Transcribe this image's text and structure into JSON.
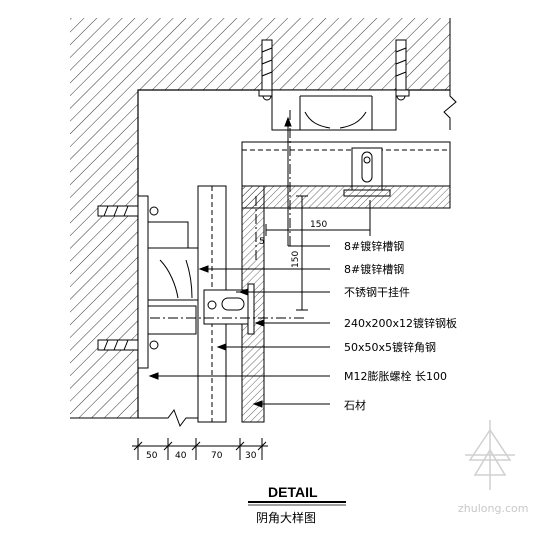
{
  "labels": {
    "channel_top": "8#镀锌槽钢",
    "channel_mid": "8#镀锌槽钢",
    "hanger": "不锈钢干挂件",
    "plate": "240x200x12镀锌钢板",
    "angle": "50x50x5镀锌角钢",
    "bolt": "M12膨胀螺栓 长100",
    "stone": "石材"
  },
  "dims": {
    "d150_h": "150",
    "d150_v": "150",
    "d5": "5",
    "b50": "50",
    "b40": "40",
    "b70": "70",
    "b30": "30"
  },
  "title": {
    "main": "DETAIL",
    "sub": "阴角大样图"
  },
  "watermark": {
    "brand": "zhulong.com"
  }
}
